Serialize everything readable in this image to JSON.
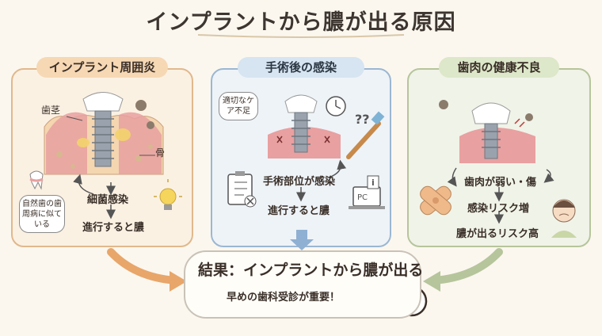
{
  "title": "インプラントから膿が出る原因",
  "panels": {
    "left": {
      "heading": "インプラント周囲炎",
      "label_gum": "歯茎",
      "label_bone": "骨",
      "note": "自然歯の歯周病に似ている",
      "step1": "細菌感染",
      "step2": "進行すると膿"
    },
    "middle": {
      "heading": "手術後の感染",
      "note": "適切なケア不足",
      "step1": "手術部位が感染",
      "step2": "進行すると膿",
      "pc_label": "PC",
      "info_label": "i"
    },
    "right": {
      "heading": "歯肉の健康不良",
      "step1": "歯肉が弱い・傷",
      "step2": "感染リスク増",
      "step3": "膿が出るリスク高"
    }
  },
  "result": {
    "title": "結果：インプラントから膿が出る",
    "subtitle": "早めの歯科受診が重要！"
  },
  "colors": {
    "left_border": "#e1b88c",
    "middle_border": "#9bb7d2",
    "right_border": "#b6c59b",
    "gum": "#e8a0a0",
    "arrow": "#e8a66a"
  }
}
